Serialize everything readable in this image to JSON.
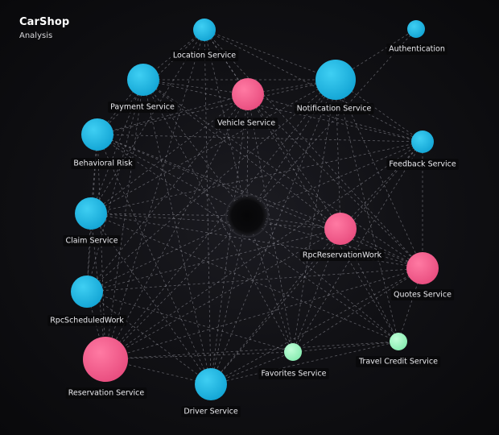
{
  "header": {
    "title": "CarShop",
    "subtitle": "Analysis"
  },
  "colors": {
    "blue": "#1eb5e0",
    "pink": "#f05f8c",
    "green": "#9ff5c2",
    "hub": "#050506",
    "edge": "#9a9aa4"
  },
  "hub": {
    "name": "center-hub"
  },
  "nodes": [
    {
      "id": "location",
      "label": "Location Service",
      "kind": "blue",
      "size": "medium"
    },
    {
      "id": "authentication",
      "label": "Authentication",
      "kind": "blue",
      "size": "small"
    },
    {
      "id": "payment",
      "label": "Payment Service",
      "kind": "blue",
      "size": "large"
    },
    {
      "id": "vehicle",
      "label": "Vehicle Service",
      "kind": "pink",
      "size": "large"
    },
    {
      "id": "notification",
      "label": "Notification Service",
      "kind": "blue",
      "size": "xlarge"
    },
    {
      "id": "behavioral",
      "label": "Behavioral Risk",
      "kind": "blue",
      "size": "large"
    },
    {
      "id": "feedback",
      "label": "Feedback Service",
      "kind": "blue",
      "size": "medium"
    },
    {
      "id": "claim",
      "label": "Claim Service",
      "kind": "blue",
      "size": "large"
    },
    {
      "id": "rpcreservation",
      "label": "RpcReservationWork",
      "kind": "pink",
      "size": "large"
    },
    {
      "id": "quotes",
      "label": "Quotes Service",
      "kind": "pink",
      "size": "large"
    },
    {
      "id": "rpcscheduled",
      "label": "RpcScheduledWork",
      "kind": "blue",
      "size": "large"
    },
    {
      "id": "travelcredit",
      "label": "Travel Credit Service",
      "kind": "green",
      "size": "small"
    },
    {
      "id": "favorites",
      "label": "Favorites Service",
      "kind": "green",
      "size": "small"
    },
    {
      "id": "reservation",
      "label": "Reservation Service",
      "kind": "pink",
      "size": "xxlarge"
    },
    {
      "id": "driver",
      "label": "Driver Service",
      "kind": "blue",
      "size": "large"
    }
  ],
  "edges": [
    [
      "location",
      "payment"
    ],
    [
      "location",
      "vehicle"
    ],
    [
      "location",
      "notification"
    ],
    [
      "location",
      "behavioral"
    ],
    [
      "location",
      "claim"
    ],
    [
      "location",
      "rpcreservation"
    ],
    [
      "location",
      "quotes"
    ],
    [
      "location",
      "reservation"
    ],
    [
      "location",
      "feedback"
    ],
    [
      "location",
      "driver"
    ],
    [
      "authentication",
      "notification"
    ],
    [
      "payment",
      "vehicle"
    ],
    [
      "payment",
      "notification"
    ],
    [
      "payment",
      "behavioral"
    ],
    [
      "payment",
      "claim"
    ],
    [
      "payment",
      "rpcscheduled"
    ],
    [
      "payment",
      "reservation"
    ],
    [
      "payment",
      "driver"
    ],
    [
      "payment",
      "feedback"
    ],
    [
      "payment",
      "rpcreservation"
    ],
    [
      "payment",
      "quotes"
    ],
    [
      "payment",
      "favorites"
    ],
    [
      "vehicle",
      "notification"
    ],
    [
      "vehicle",
      "behavioral"
    ],
    [
      "vehicle",
      "reservation"
    ],
    [
      "vehicle",
      "driver"
    ],
    [
      "vehicle",
      "quotes"
    ],
    [
      "vehicle",
      "favorites"
    ],
    [
      "vehicle",
      "claim"
    ],
    [
      "vehicle",
      "rpcscheduled"
    ],
    [
      "vehicle",
      "feedback"
    ],
    [
      "vehicle",
      "travelcredit"
    ],
    [
      "notification",
      "feedback"
    ],
    [
      "notification",
      "behavioral"
    ],
    [
      "notification",
      "claim"
    ],
    [
      "notification",
      "rpcscheduled"
    ],
    [
      "notification",
      "reservation"
    ],
    [
      "notification",
      "driver"
    ],
    [
      "notification",
      "quotes"
    ],
    [
      "notification",
      "rpcreservation"
    ],
    [
      "notification",
      "favorites"
    ],
    [
      "notification",
      "travelcredit"
    ],
    [
      "behavioral",
      "claim"
    ],
    [
      "behavioral",
      "rpcscheduled"
    ],
    [
      "behavioral",
      "reservation"
    ],
    [
      "behavioral",
      "feedback"
    ],
    [
      "behavioral",
      "rpcreservation"
    ],
    [
      "behavioral",
      "quotes"
    ],
    [
      "behavioral",
      "driver"
    ],
    [
      "behavioral",
      "travelcredit"
    ],
    [
      "feedback",
      "rpcreservation"
    ],
    [
      "feedback",
      "quotes"
    ],
    [
      "feedback",
      "claim"
    ],
    [
      "feedback",
      "reservation"
    ],
    [
      "feedback",
      "driver"
    ],
    [
      "feedback",
      "favorites"
    ],
    [
      "claim",
      "rpcscheduled"
    ],
    [
      "claim",
      "reservation"
    ],
    [
      "claim",
      "rpcreservation"
    ],
    [
      "claim",
      "driver"
    ],
    [
      "claim",
      "quotes"
    ],
    [
      "claim",
      "travelcredit"
    ],
    [
      "rpcreservation",
      "quotes"
    ],
    [
      "rpcreservation",
      "reservation"
    ],
    [
      "rpcreservation",
      "driver"
    ],
    [
      "rpcreservation",
      "favorites"
    ],
    [
      "rpcreservation",
      "travelcredit"
    ],
    [
      "rpcreservation",
      "rpcscheduled"
    ],
    [
      "quotes",
      "travelcredit"
    ],
    [
      "quotes",
      "favorites"
    ],
    [
      "quotes",
      "reservation"
    ],
    [
      "quotes",
      "driver"
    ],
    [
      "rpcscheduled",
      "reservation"
    ],
    [
      "rpcscheduled",
      "driver"
    ],
    [
      "rpcscheduled",
      "favorites"
    ],
    [
      "rpcscheduled",
      "quotes"
    ],
    [
      "travelcredit",
      "favorites"
    ],
    [
      "travelcredit",
      "driver"
    ],
    [
      "favorites",
      "reservation"
    ],
    [
      "favorites",
      "driver"
    ],
    [
      "reservation",
      "driver"
    ],
    [
      "reservation",
      "travelcredit"
    ]
  ]
}
